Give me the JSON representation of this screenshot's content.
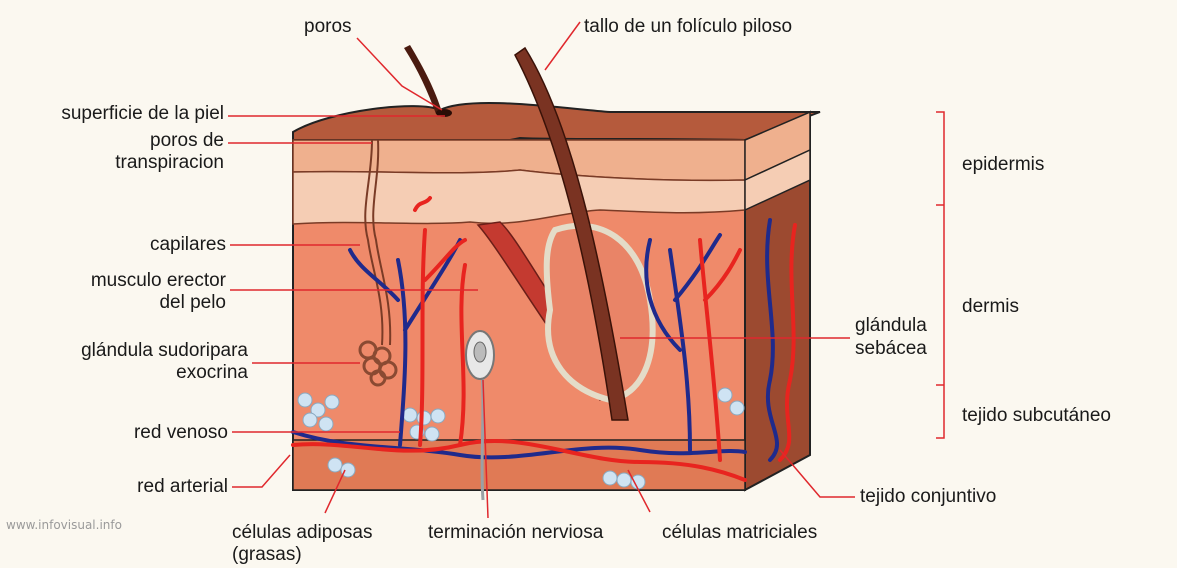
{
  "labels": {
    "poros": "poros",
    "tallo": "tallo de un folículo piloso",
    "superficie": "superficie de la piel",
    "poros_transpiracion": [
      "poros de",
      "transpiracion"
    ],
    "capilares": "capilares",
    "musculo": [
      "musculo erector",
      "del pelo"
    ],
    "glandula_sudoripara": [
      "glándula sudoripara",
      "exocrina"
    ],
    "red_venoso": "red venoso",
    "red_arterial": "red arterial",
    "celulas_adiposas": [
      "células adiposas",
      "(grasas)"
    ],
    "terminacion": "terminación nerviosa",
    "celulas_matriciales": "células matriciales",
    "tejido_conjuntivo": "tejido conjuntivo",
    "glandula_sebacea": [
      "glándula",
      "sebácea"
    ],
    "epidermis": "epidermis",
    "dermis": "dermis",
    "tejido_subcutaneo": "tejido subcutáneo"
  },
  "watermark": "www.infovisual.info",
  "colors": {
    "leader": "#e0282d",
    "surface": "#b55a3c",
    "epidermis": "#efb08e",
    "dermis": "#ef8a6a",
    "side": "#9c4a30",
    "artery": "#e8241f",
    "vein": "#1f2a8c",
    "hair": "#7a3322",
    "muscle": "#c43a30",
    "fat": "#cfe3f3"
  }
}
